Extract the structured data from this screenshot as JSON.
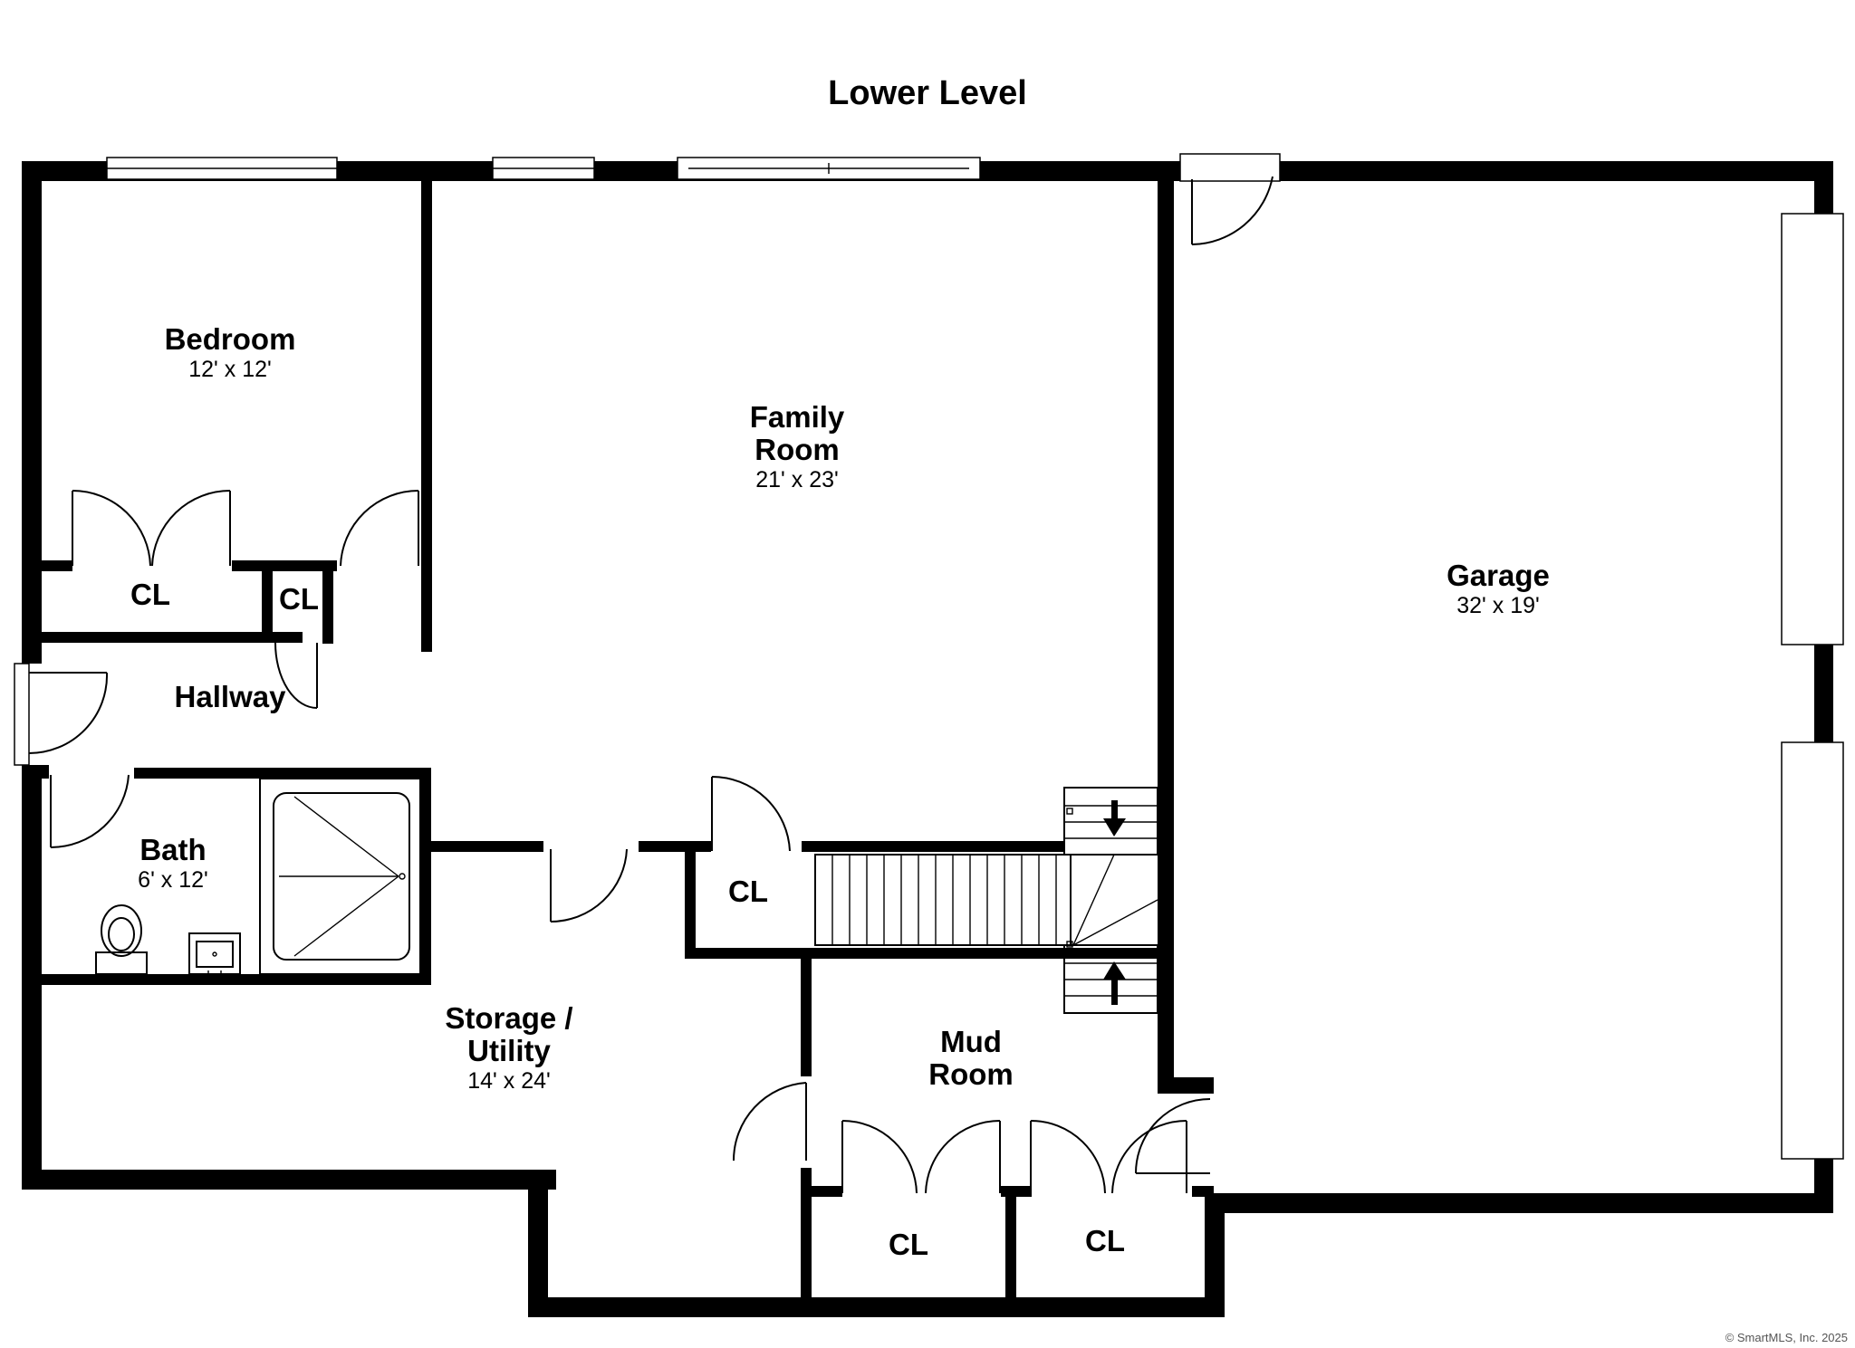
{
  "title": "Lower Level",
  "rooms": {
    "bedroom": {
      "name": "Bedroom",
      "dims": "12' x 12'"
    },
    "family_room": {
      "name_line1": "Family",
      "name_line2": "Room",
      "dims": "21' x 23'"
    },
    "garage": {
      "name": "Garage",
      "dims": "32' x 19'"
    },
    "hallway": {
      "name": "Hallway"
    },
    "bath": {
      "name": "Bath",
      "dims": "6' x 12'"
    },
    "storage": {
      "name_line1": "Storage /",
      "name_line2": "Utility",
      "dims": "14' x 24'"
    },
    "mud_room": {
      "name_line1": "Mud",
      "name_line2": "Room"
    }
  },
  "closets": {
    "bedroom_closet": "CL",
    "hall_closet": "CL",
    "stair_closet": "CL",
    "mud_closet_left": "CL",
    "mud_closet_right": "CL"
  },
  "credit": "© SmartMLS, Inc.  2025",
  "colors": {
    "wall": "#000000",
    "background": "#ffffff"
  }
}
